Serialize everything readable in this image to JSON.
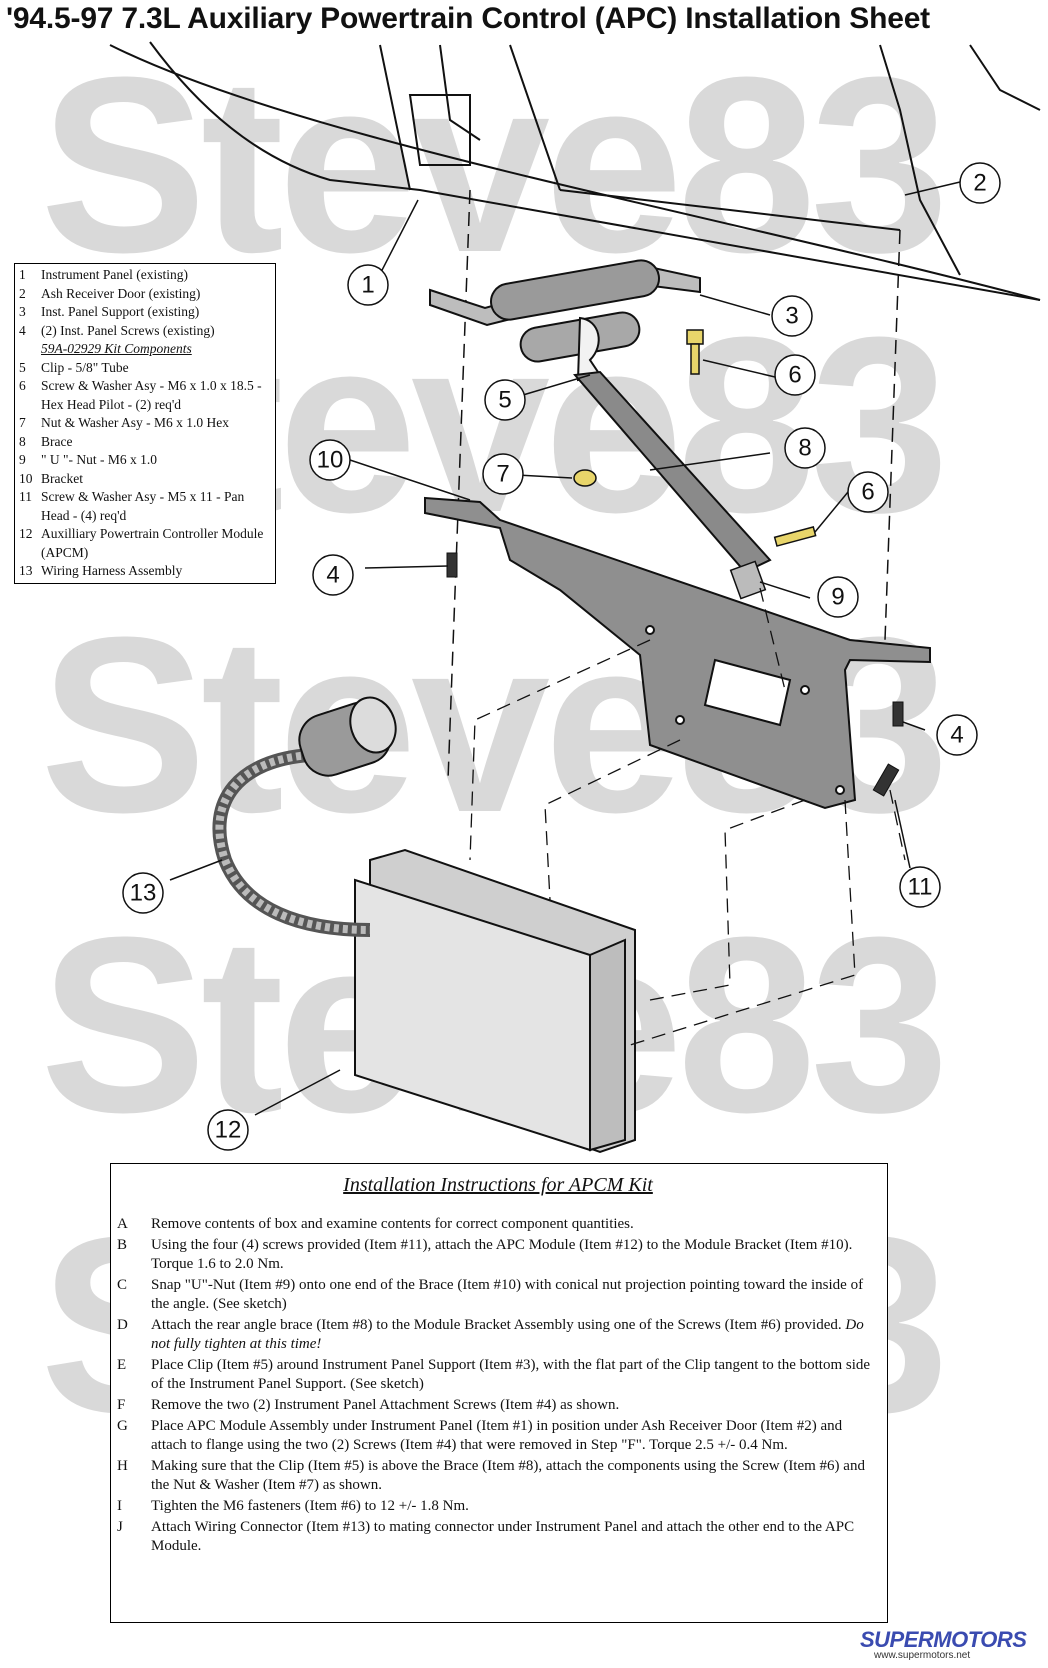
{
  "title": "'94.5-97 7.3L Auxiliary Powertrain Control (APC) Installation Sheet",
  "watermark": "Steve83",
  "legend": {
    "items": [
      {
        "num": "1",
        "text": "Instrument Panel (existing)"
      },
      {
        "num": "2",
        "text": "Ash Receiver Door (existing)"
      },
      {
        "num": "3",
        "text": "Inst. Panel Support (existing)"
      },
      {
        "num": "4",
        "text": "(2) Inst. Panel Screws (existing)"
      },
      {
        "num": "5",
        "text": "Clip - 5/8\" Tube"
      },
      {
        "num": "6",
        "text": "Screw & Washer Asy - M6 x 1.0 x 18.5 - Hex Head Pilot - (2) req'd"
      },
      {
        "num": "7",
        "text": "Nut & Washer Asy - M6 x 1.0 Hex"
      },
      {
        "num": "8",
        "text": "Brace"
      },
      {
        "num": "9",
        "text": "\" U \"- Nut - M6 x 1.0"
      },
      {
        "num": "10",
        "text": "Bracket"
      },
      {
        "num": "11",
        "text": "Screw & Washer Asy - M5 x 11 - Pan Head - (4) req'd"
      },
      {
        "num": "12",
        "text": "Auxilliary Powertrain Controller Module (APCM)"
      },
      {
        "num": "13",
        "text": "Wiring Harness Assembly"
      }
    ],
    "kit_heading": "59A-02929 Kit Components"
  },
  "callouts": [
    "1",
    "2",
    "3",
    "4",
    "5",
    "6",
    "7",
    "8",
    "9",
    "10",
    "11",
    "12",
    "13"
  ],
  "instructions": {
    "heading": "Installation Instructions for APCM Kit",
    "steps": [
      {
        "letter": "A",
        "text": "Remove contents of box and examine contents for correct component quantities."
      },
      {
        "letter": "B",
        "text": "Using the four (4) screws provided (Item #11), attach the APC Module (Item #12) to the Module Bracket (Item #10). Torque 1.6 to 2.0 Nm."
      },
      {
        "letter": "C",
        "text": "Snap \"U\"-Nut (Item #9) onto one end of the Brace (Item #10) with conical nut projection pointing toward the inside of the angle. (See sketch)"
      },
      {
        "letter": "D",
        "text": "Attach the rear angle brace (Item #8) to the Module Bracket Assembly using one of the Screws (Item #6) provided.",
        "emphasis": "Do not fully tighten at this time!"
      },
      {
        "letter": "E",
        "text": "Place Clip (Item #5) around Instrument Panel Support (Item #3), with the flat part of the Clip tangent to the bottom side of the Instrument Panel Support. (See sketch)"
      },
      {
        "letter": "F",
        "text": "Remove the two (2) Instrument Panel Attachment Screws (Item #4) as shown."
      },
      {
        "letter": "G",
        "text": "Place APC Module Assembly under Instrument Panel (Item #1) in position under Ash Receiver Door (Item #2) and attach to flange using the two (2) Screws (Item #4) that were removed in Step \"F\". Torque 2.5 +/- 0.4 Nm."
      },
      {
        "letter": "H",
        "text": "Making sure that the Clip (Item #5) is above the Brace (Item #8), attach the components using the Screw (Item #6) and the Nut & Washer (Item #7) as shown."
      },
      {
        "letter": "I",
        "text": "Tighten the M6 fasteners (Item #6) to 12 +/- 1.8 Nm."
      },
      {
        "letter": "J",
        "text": "Attach Wiring Connector (Item #13) to mating connector under Instrument Panel and attach the other end to the APC Module."
      }
    ]
  },
  "logo": {
    "brand": "SUPERMOTORS",
    "url": "www.supermotors.net",
    "color": "#3a4bb0"
  }
}
